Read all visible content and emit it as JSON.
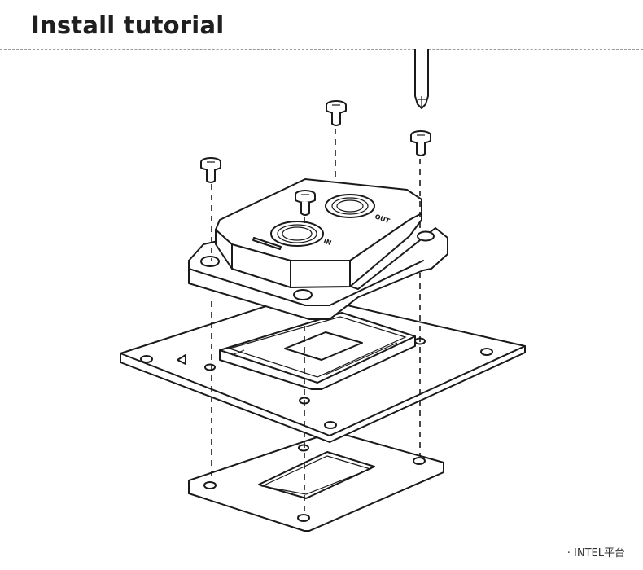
{
  "header": {
    "title": "Install tutorial"
  },
  "diagram": {
    "port_out_label": "OUT",
    "port_in_label": "IN",
    "platform_caption": "· INTEL平台"
  }
}
